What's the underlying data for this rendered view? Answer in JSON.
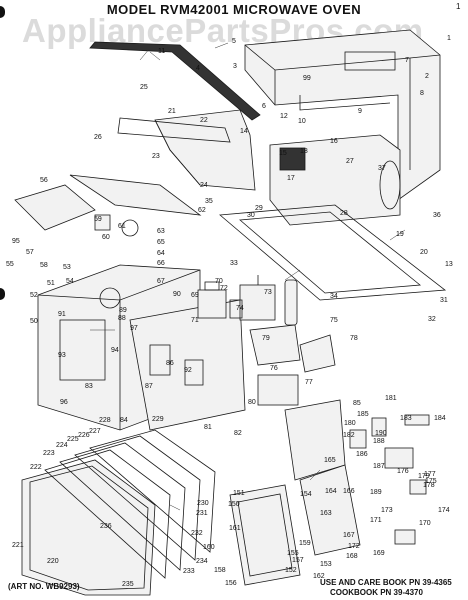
{
  "title": "MODEL RVM42001 MICROWAVE OVEN",
  "watermark": "AppliancePartsPros.com",
  "corner_mark": "1",
  "art_no": "(ART NO. WB9293)",
  "use_care_book": "USE AND CARE BOOK PN 39-4365",
  "cookbook": "COOKBOOK PN 39-4370",
  "callouts": [
    "1",
    "2",
    "3",
    "4",
    "5",
    "6",
    "7",
    "8",
    "9",
    "10",
    "11",
    "12",
    "13",
    "14",
    "15",
    "16",
    "17",
    "18",
    "19",
    "20",
    "21",
    "22",
    "23",
    "24",
    "25",
    "26",
    "27",
    "28",
    "29",
    "30",
    "31",
    "32",
    "33",
    "34",
    "35",
    "36",
    "37",
    "50",
    "51",
    "52",
    "53",
    "54",
    "55",
    "56",
    "57",
    "58",
    "59",
    "60",
    "61",
    "62",
    "63",
    "64",
    "65",
    "66",
    "67",
    "69",
    "70",
    "71",
    "72",
    "73",
    "74",
    "75",
    "76",
    "77",
    "78",
    "79",
    "80",
    "81",
    "82",
    "83",
    "84",
    "85",
    "86",
    "87",
    "88",
    "89",
    "90",
    "91",
    "92",
    "93",
    "94",
    "95",
    "96",
    "97",
    "99",
    "150",
    "151",
    "152",
    "153",
    "154",
    "155",
    "156",
    "157",
    "158",
    "159",
    "160",
    "161",
    "162",
    "163",
    "164",
    "165",
    "166",
    "167",
    "168",
    "169",
    "170",
    "171",
    "172",
    "173",
    "174",
    "175",
    "176",
    "177",
    "178",
    "179",
    "180",
    "181",
    "182",
    "183",
    "184",
    "185",
    "186",
    "187",
    "188",
    "189",
    "190",
    "220",
    "221",
    "222",
    "223",
    "224",
    "225",
    "226",
    "227",
    "228",
    "229",
    "230",
    "231",
    "232",
    "233",
    "234",
    "235",
    "236"
  ]
}
